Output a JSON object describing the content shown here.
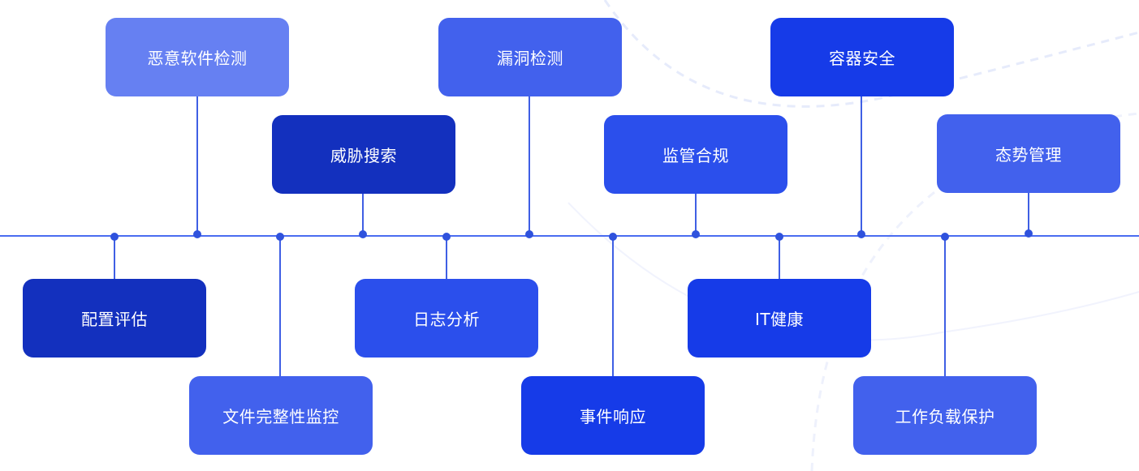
{
  "colors": {
    "axis": "#4a6cf0",
    "dark_blue": "#1330be",
    "royal_blue": "#163be8",
    "medium_blue": "#2b4fec",
    "soft_blue": "#4261ed",
    "light_blue": "#6680f2"
  },
  "cards": [
    {
      "id": "card-malware-detection",
      "label": "恶意软件检测",
      "color": "light_blue"
    },
    {
      "id": "card-threat-hunting",
      "label": "威胁搜索",
      "color": "dark_blue"
    },
    {
      "id": "card-vulnerability-detection",
      "label": "漏洞检测",
      "color": "soft_blue"
    },
    {
      "id": "card-regulatory-compliance",
      "label": "监管合规",
      "color": "medium_blue"
    },
    {
      "id": "card-container-security",
      "label": "容器安全",
      "color": "royal_blue"
    },
    {
      "id": "card-posture-management",
      "label": "态势管理",
      "color": "soft_blue"
    },
    {
      "id": "card-configuration-assessment",
      "label": "配置评估",
      "color": "dark_blue"
    },
    {
      "id": "card-log-analysis",
      "label": "日志分析",
      "color": "medium_blue"
    },
    {
      "id": "card-it-hygiene",
      "label": "IT健康",
      "color": "royal_blue"
    },
    {
      "id": "card-file-integrity-monitoring",
      "label": "文件完整性监控",
      "color": "soft_blue"
    },
    {
      "id": "card-incident-response",
      "label": "事件响应",
      "color": "royal_blue"
    },
    {
      "id": "card-workload-protection",
      "label": "工作负载保护",
      "color": "soft_blue"
    }
  ]
}
